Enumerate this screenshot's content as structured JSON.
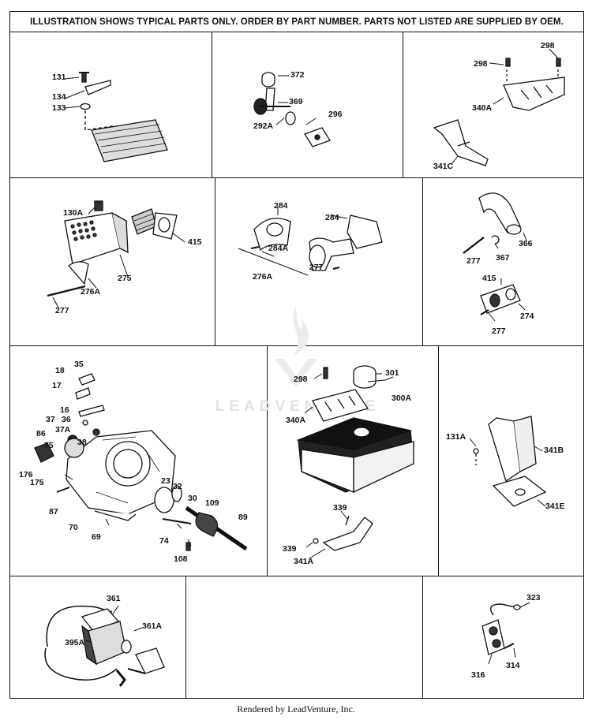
{
  "header": "ILLUSTRATION SHOWS TYPICAL PARTS ONLY. ORDER BY PART NUMBER. PARTS NOT LISTED ARE SUPPLIED BY OEM.",
  "footer": "Rendered by LeadVenture, Inc.",
  "watermark": "LEADVENTURE",
  "panels": {
    "p1": [
      "131",
      "134",
      "133"
    ],
    "p2": [
      "372",
      "369",
      "292A",
      "296"
    ],
    "p3": [
      "298",
      "298",
      "340A",
      "341C"
    ],
    "p4": [
      "130A",
      "415",
      "275",
      "276A",
      "277"
    ],
    "p5": [
      "284",
      "284",
      "284A",
      "277",
      "276A"
    ],
    "p6": [
      "366",
      "277",
      "367",
      "415",
      "274",
      "277"
    ],
    "p7": [
      "35",
      "18",
      "17",
      "16",
      "37",
      "36",
      "37A",
      "38",
      "86",
      "75",
      "176",
      "175",
      "23",
      "32",
      "30",
      "109",
      "89",
      "87",
      "70",
      "69",
      "74",
      "108"
    ],
    "p8": [
      "298",
      "301",
      "300A",
      "340A",
      "339",
      "339",
      "341A"
    ],
    "p9": [
      "131A",
      "341B",
      "341E"
    ],
    "p10": [
      "361",
      "395A",
      "361A"
    ],
    "p12": [
      "323",
      "316",
      "314"
    ]
  }
}
